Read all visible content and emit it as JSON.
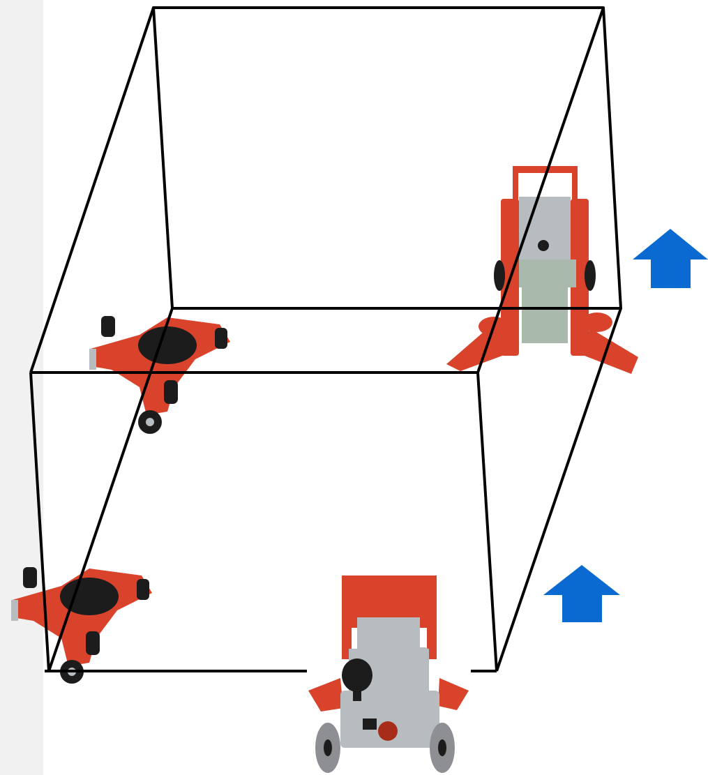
{
  "colors": {
    "background": "#ffffff",
    "left_strip": "#f1f1f1",
    "box_outline": "#000000",
    "arrow": "#0a6ad1",
    "device_red": "#d9432b",
    "device_red_dark": "#a82c1a",
    "device_dark": "#1c1c1c",
    "device_steel": "#b7bcc0",
    "device_steel_green": "#a9b9ac",
    "wheel_grey": "#8d8f92"
  },
  "diagram": {
    "elements": [
      {
        "name": "load-box-wireframe",
        "description_icon": "cuboid-outline"
      },
      {
        "name": "arrow-up-upper",
        "icon": "arrow-up-icon"
      },
      {
        "name": "arrow-up-lower",
        "icon": "arrow-up-icon"
      },
      {
        "name": "skate-upper-left",
        "icon": "three-wheel-skate-icon"
      },
      {
        "name": "skate-lower-left",
        "icon": "three-wheel-skate-icon"
      },
      {
        "name": "lifting-jack-upper-right",
        "icon": "toe-jack-icon"
      },
      {
        "name": "lifting-jack-bottom",
        "icon": "wheeled-jack-icon"
      }
    ]
  }
}
